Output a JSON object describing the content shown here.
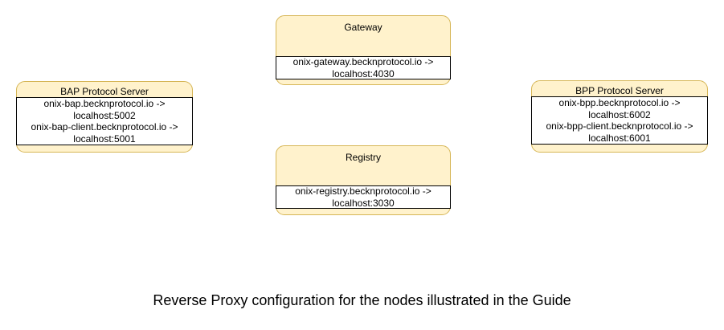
{
  "diagram": {
    "caption": "Reverse Proxy configuration for the nodes illustrated in the Guide",
    "colors": {
      "node_fill": "#FFF2CC",
      "node_border": "#D6B656",
      "mapping_fill": "#FFFFFF",
      "mapping_border": "#000000",
      "text": "#000000"
    },
    "nodes": [
      {
        "id": "gateway",
        "title": "Gateway",
        "mappings": "onix-gateway.becknprotocol.io ->\nlocalhost:4030"
      },
      {
        "id": "bap",
        "title": "BAP Protocol Server",
        "mappings": "onix-bap.becknprotocol.io ->\nlocalhost:5002\nonix-bap-client.becknprotocol.io ->\nlocalhost:5001"
      },
      {
        "id": "bpp",
        "title": "BPP Protocol Server",
        "mappings": "onix-bpp.becknprotocol.io ->\nlocalhost:6002\nonix-bpp-client.becknprotocol.io ->\nlocalhost:6001"
      },
      {
        "id": "registry",
        "title": "Registry",
        "mappings": "onix-registry.becknprotocol.io ->\nlocalhost:3030"
      }
    ]
  }
}
